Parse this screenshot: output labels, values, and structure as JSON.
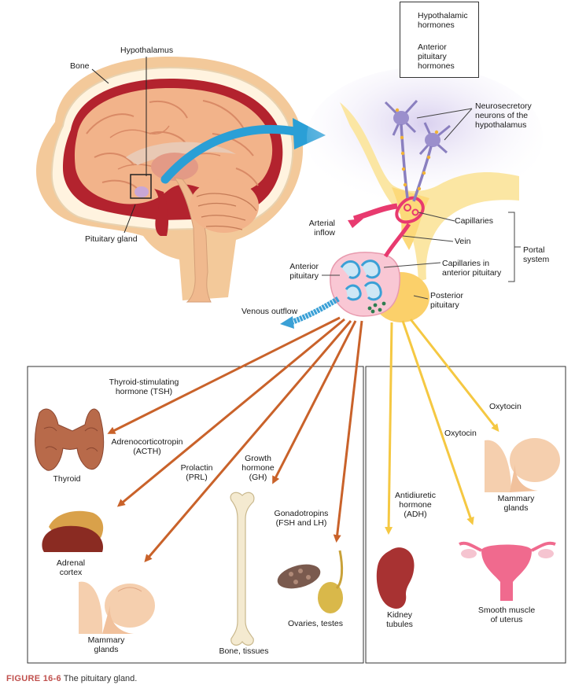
{
  "legend": {
    "items": [
      {
        "label": "Hypothalamic\nhormones",
        "color": "#f2b335"
      },
      {
        "label": "Anterior\npituitary\nhormones",
        "color": "#2e7d4f"
      }
    ]
  },
  "labels": {
    "hypothalamus": "Hypothalamus",
    "bone": "Bone",
    "pituitary_gland": "Pituitary gland",
    "neurosecretory": "Neurosecretory\nneurons of the\nhypothalamus",
    "arterial_inflow": "Arterial\ninflow",
    "capillaries": "Capillaries",
    "vein": "Vein",
    "portal_system": "Portal\nsystem",
    "anterior_pituitary": "Anterior\npituitary",
    "capillaries_anterior": "Capillaries in\nanterior pituitary",
    "posterior_pituitary": "Posterior\npituitary",
    "venous_outflow": "Venous outflow"
  },
  "hormones": {
    "tsh": "Thyroid-stimulating\nhormone (TSH)",
    "acth": "Adrenocorticotropin\n(ACTH)",
    "prl": "Prolactin\n(PRL)",
    "gh": "Growth\nhormone\n(GH)",
    "gonadotropins": "Gonadotropins\n(FSH and LH)",
    "adh": "Antidiuretic\nhormone\n(ADH)",
    "oxytocin_1": "Oxytocin",
    "oxytocin_2": "Oxytocin"
  },
  "targets": {
    "thyroid": "Thyroid",
    "adrenal": "Adrenal\ncortex",
    "mammary_left": "Mammary\nglands",
    "bone": "Bone, tissues",
    "ovaries": "Ovaries, testes",
    "kidney": "Kidney\ntubules",
    "uterus": "Smooth muscle\nof uterus",
    "mammary_right": "Mammary\nglands"
  },
  "caption": {
    "number": "FIGURE 16-6",
    "text": "The pituitary gland."
  },
  "colors": {
    "anterior_arrow": "#c9622a",
    "posterior_arrow": "#f5c842",
    "brain_arrow": "#2a9fd6",
    "artery": "#e83a6f",
    "vein": "#3aa0d6",
    "neuron": "#8a7fbf"
  }
}
